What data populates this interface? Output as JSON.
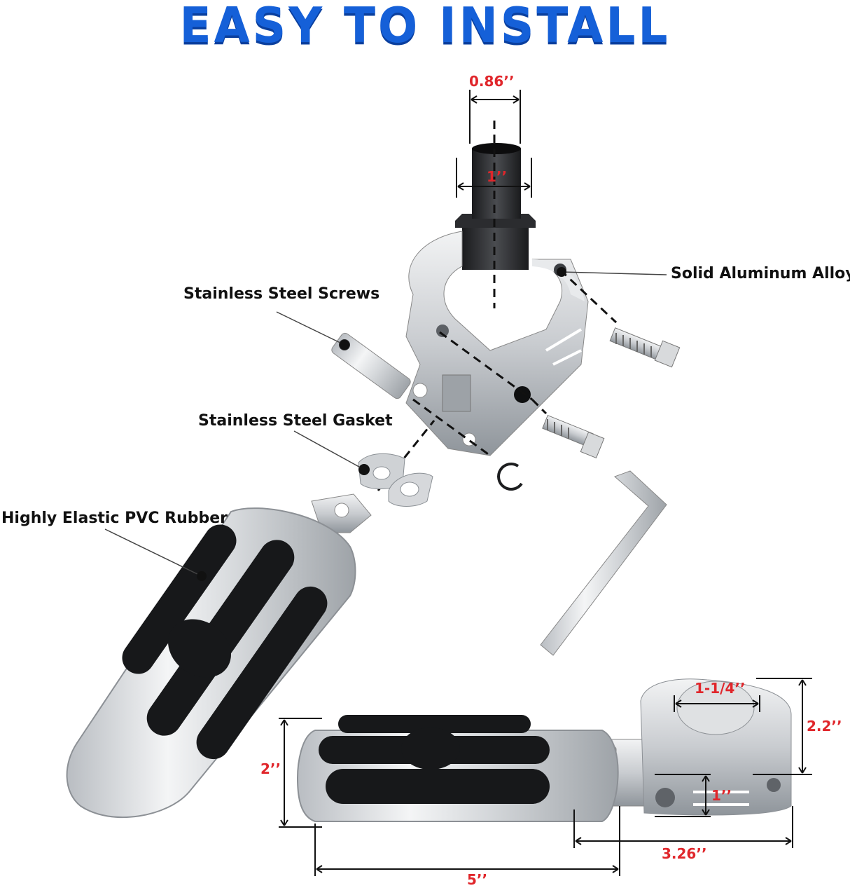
{
  "title": "EASY TO INSTALL",
  "labels": {
    "alloy": "Solid Aluminum Alloy",
    "screws": "Stainless Steel Screws",
    "gasket": "Stainless Steel Gasket",
    "rubber": "Highly Elastic PVC Rubber"
  },
  "dimensions": {
    "sleeve_top": "0.86’’",
    "sleeve_outer": "1’’",
    "clamp_bore": "1-1/4’’",
    "clamp_height": "2.2’’",
    "peg_height": "2’’",
    "mount_height": "1’’",
    "mount_length": "3.26’’",
    "peg_length": "5’’"
  },
  "colors": {
    "title": "#1560d8",
    "dimension": "#e0262b",
    "label": "#111111"
  }
}
